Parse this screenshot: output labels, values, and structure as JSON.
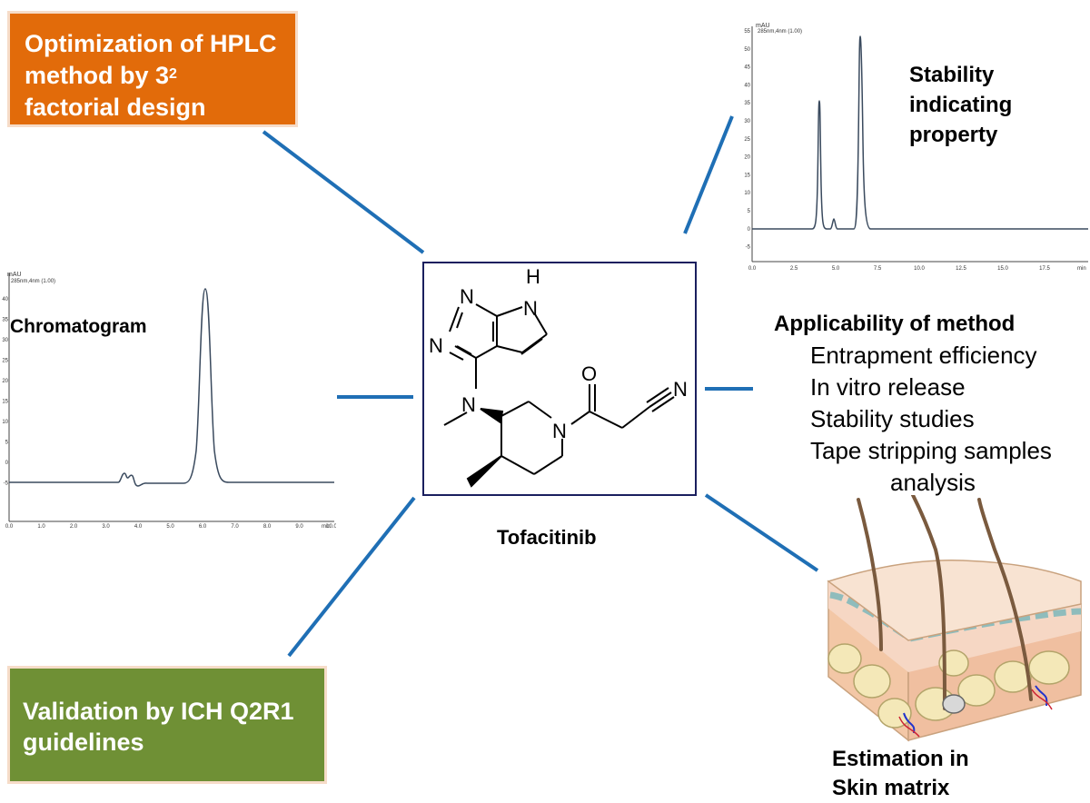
{
  "boxes": {
    "optimization_line1": "Optimization of HPLC",
    "optimization_line2": "method by 3",
    "optimization_sup": "2",
    "optimization_line3": "factorial design",
    "validation_line1": "Validation by ICH Q2R1",
    "validation_line2": "guidelines"
  },
  "labels": {
    "chromatogram": "Chromatogram",
    "stability_line1": "Stability",
    "stability_line2": "indicating",
    "stability_line3": "property",
    "compound": "Tofacitinib",
    "skin_line1": "Estimation in",
    "skin_line2": "Skin matrix"
  },
  "applicability": {
    "title": "Applicability of method",
    "items": [
      "Entrapment efficiency",
      "In vitro release",
      "Stability studies",
      "Tape stripping samples",
      "analysis"
    ]
  },
  "molecule_atoms": {
    "h": "H",
    "n_pyrrole": "N",
    "n_top": "N",
    "n_left": "N",
    "n_amine": "N",
    "n_ring": "N",
    "o": "O",
    "n_nitrile": "N"
  },
  "chromatogram_left": {
    "unit": "mAU",
    "detector": "285nm,4nm (1.00)",
    "y_ticks": [
      "40",
      "35",
      "30",
      "25",
      "20",
      "15",
      "10",
      "5",
      "0",
      "-5"
    ],
    "x_ticks": [
      "0.0",
      "1.0",
      "2.0",
      "3.0",
      "4.0",
      "5.0",
      "6.0",
      "7.0",
      "8.0",
      "9.0",
      "10.0"
    ],
    "x_unit": "min"
  },
  "chromatogram_right": {
    "unit": "mAU",
    "detector": "285nm,4nm (1.00)",
    "y_ticks": [
      "55",
      "50",
      "45",
      "40",
      "35",
      "30",
      "25",
      "20",
      "15",
      "10",
      "5",
      "0",
      "-5"
    ],
    "x_ticks": [
      "0.0",
      "2.5",
      "5.0",
      "7.5",
      "10.0",
      "12.5",
      "15.0",
      "17.5"
    ],
    "x_unit": "min"
  },
  "colors": {
    "connector": "#1f6fb5",
    "orange": "#e26b0a",
    "green": "#6f9035",
    "trace": "#3a4a5e",
    "molecule_border": "#1a1f5e"
  }
}
